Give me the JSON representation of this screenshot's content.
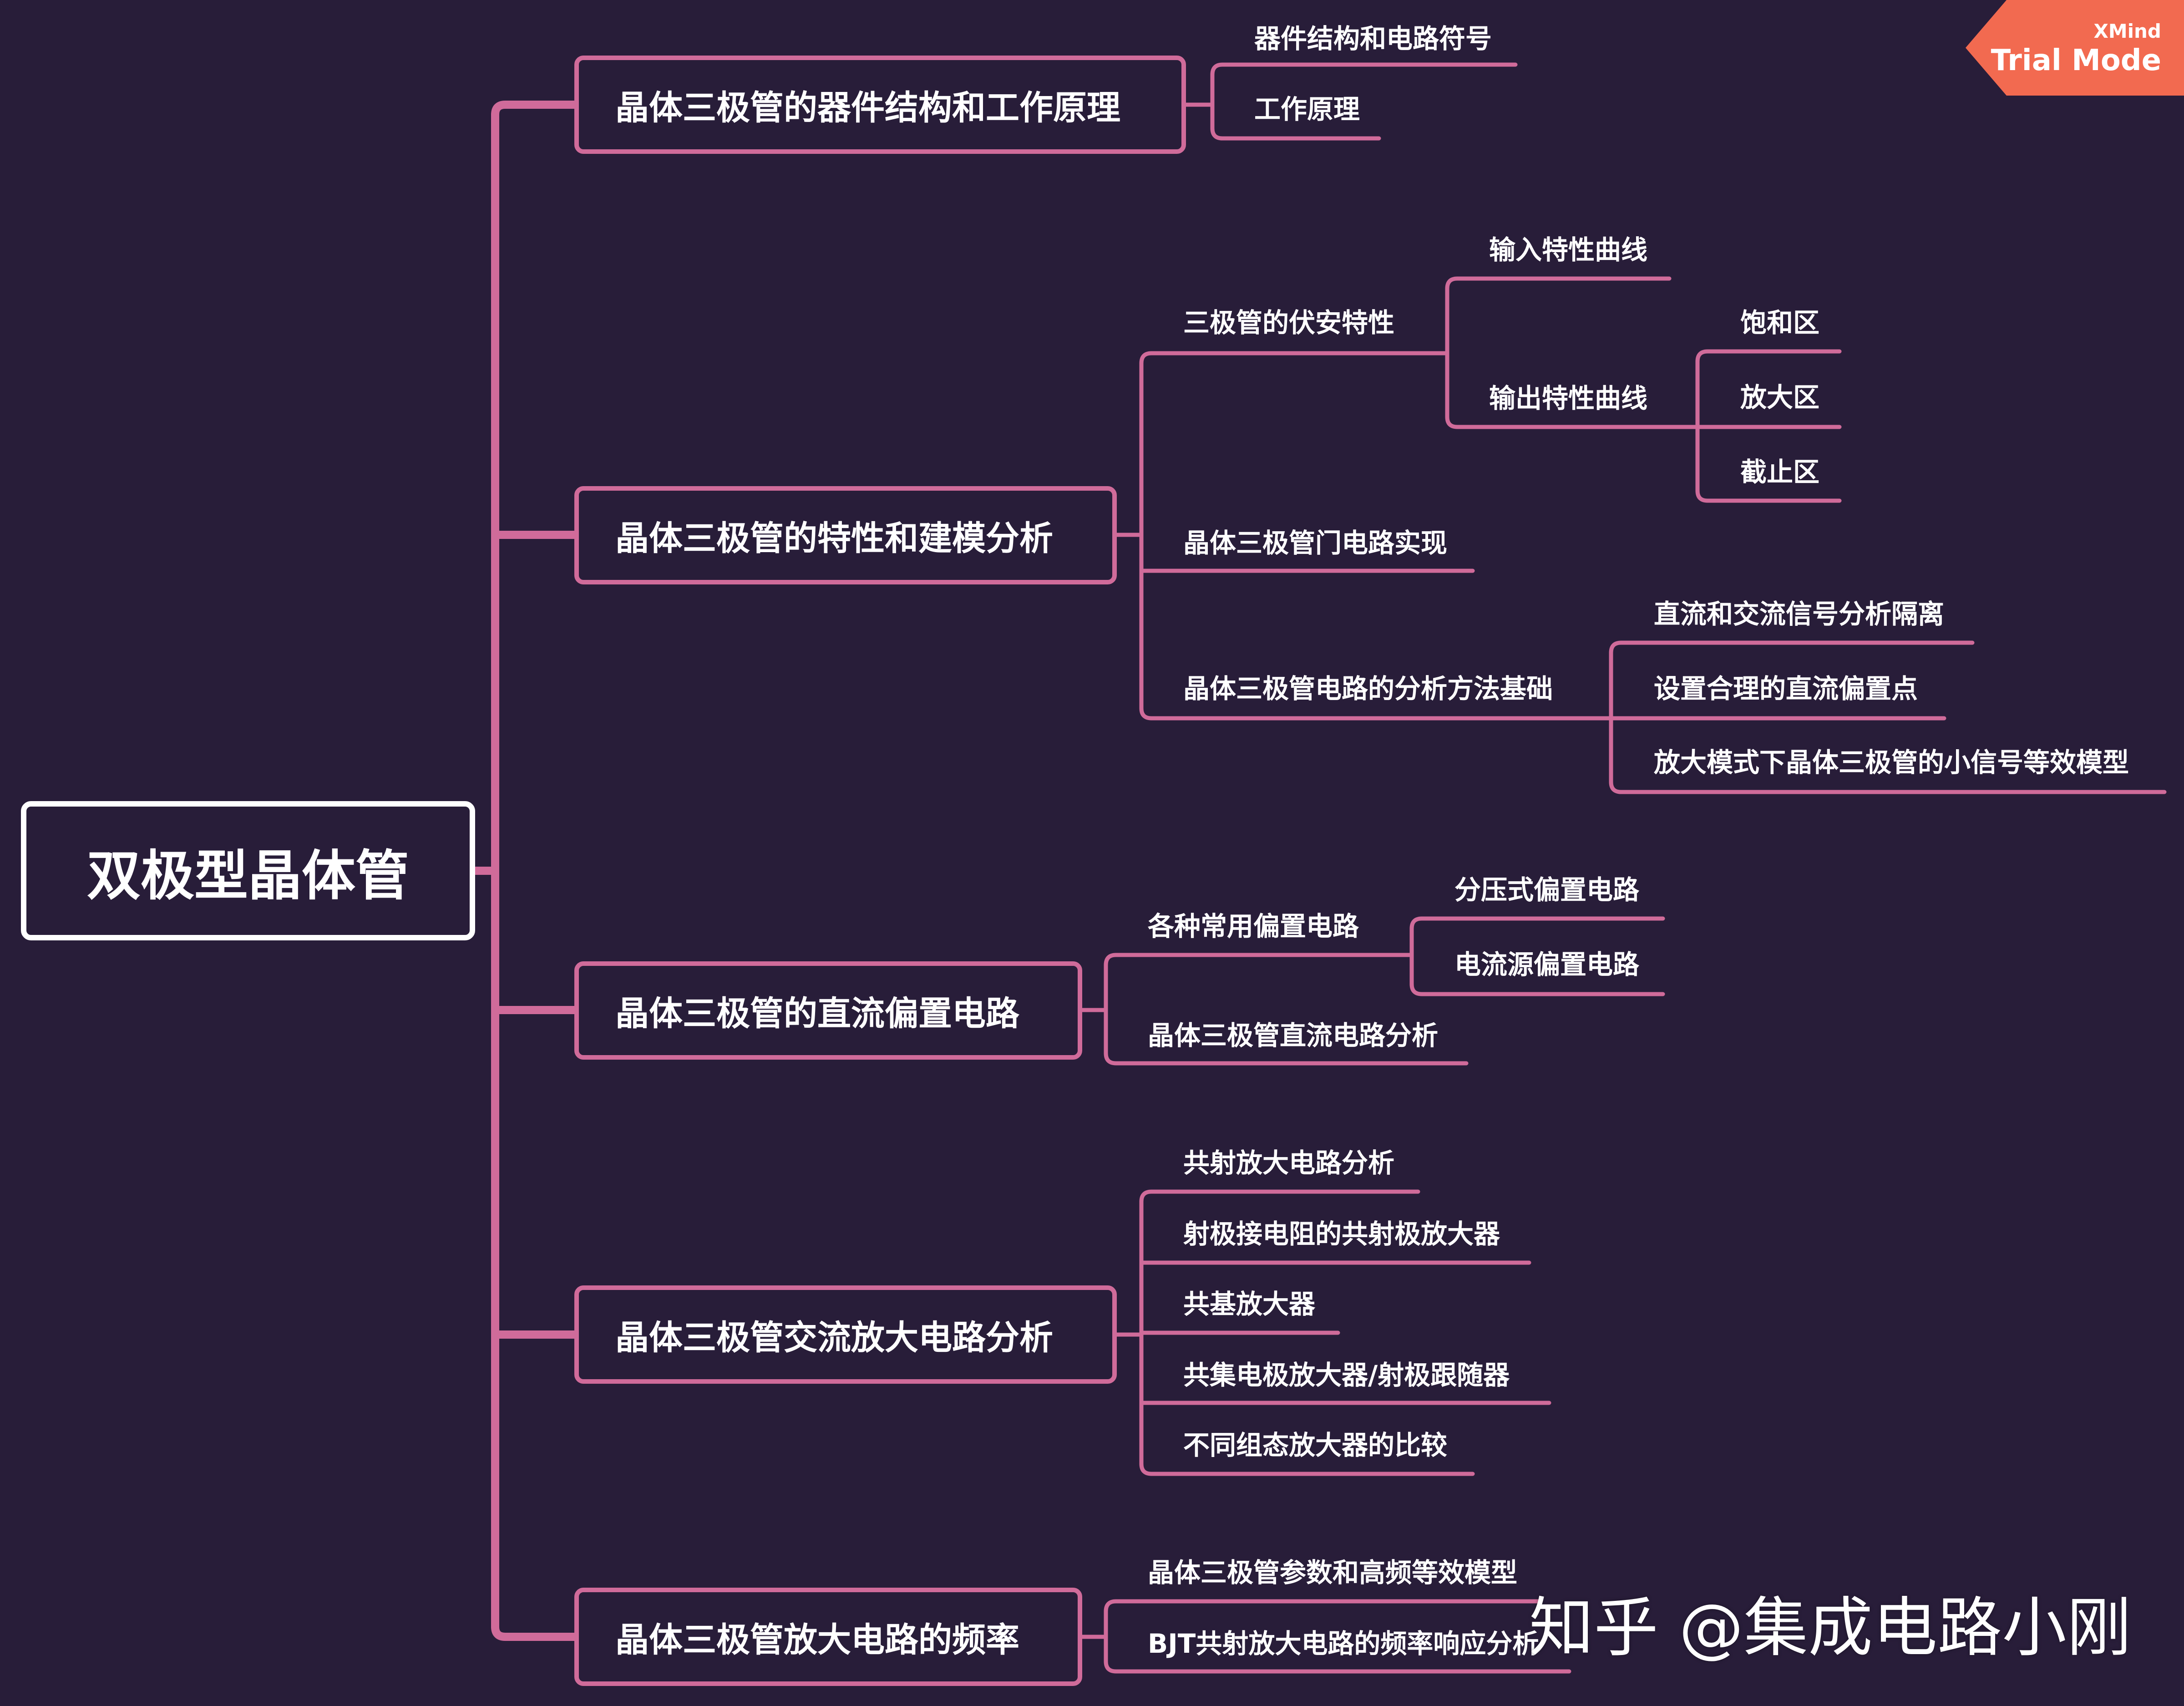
{
  "colors": {
    "background": "#281d39",
    "connector": "#d06b9a",
    "root_border": "#ffffff",
    "trial_badge": "#f26a50"
  },
  "root": {
    "label": "双极型晶体管"
  },
  "branches": [
    {
      "label": "晶体三极管的器件结构和工作原理",
      "children": [
        {
          "label": "器件结构和电路符号"
        },
        {
          "label": "工作原理"
        }
      ]
    },
    {
      "label": "晶体三极管的特性和建模分析",
      "children": [
        {
          "label": "三极管的伏安特性",
          "children": [
            {
              "label": "输入特性曲线"
            },
            {
              "label": "输出特性曲线",
              "children": [
                {
                  "label": "饱和区"
                },
                {
                  "label": "放大区"
                },
                {
                  "label": "截止区"
                }
              ]
            }
          ]
        },
        {
          "label": "晶体三极管门电路实现"
        },
        {
          "label": "晶体三极管电路的分析方法基础",
          "children": [
            {
              "label": "直流和交流信号分析隔离"
            },
            {
              "label": "设置合理的直流偏置点"
            },
            {
              "label": "放大模式下晶体三极管的小信号等效模型"
            }
          ]
        }
      ]
    },
    {
      "label": "晶体三极管的直流偏置电路",
      "children": [
        {
          "label": "各种常用偏置电路",
          "children": [
            {
              "label": "分压式偏置电路"
            },
            {
              "label": "电流源偏置电路"
            }
          ]
        },
        {
          "label": "晶体三极管直流电路分析"
        }
      ]
    },
    {
      "label": "晶体三极管交流放大电路分析",
      "children": [
        {
          "label": "共射放大电路分析"
        },
        {
          "label": "射极接电阻的共射极放大器"
        },
        {
          "label": "共基放大器"
        },
        {
          "label": "共集电极放大器/射极跟随器"
        },
        {
          "label": "不同组态放大器的比较"
        }
      ]
    },
    {
      "label": "晶体三极管放大电路的频率",
      "children": [
        {
          "label": "晶体三极管参数和高频等效模型"
        },
        {
          "label": "BJT共射放大电路的频率响应分析"
        }
      ]
    }
  ],
  "trial_badge": {
    "line1": "XMind",
    "line2": "Trial Mode"
  },
  "watermark": {
    "text": "知乎 @集成电路小刚"
  }
}
